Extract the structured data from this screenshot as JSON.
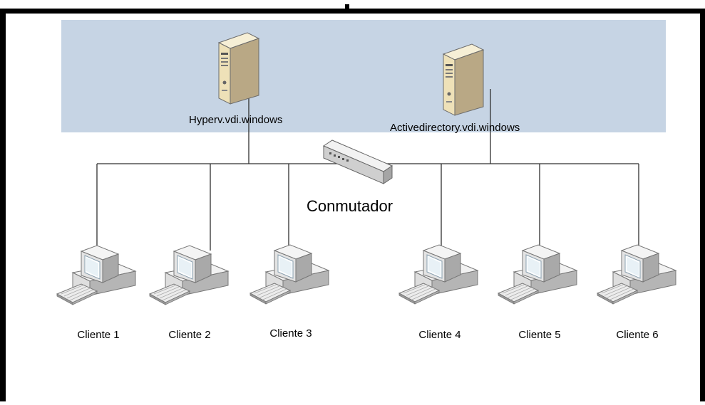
{
  "colors": {
    "server_zone": "#c6d4e4",
    "frame": "#000000",
    "network_line": "#303030",
    "server_body": "#eee1b8",
    "computer_body": "#e6e6e6"
  },
  "servers": [
    {
      "name": "Hyperv.vdi.windows",
      "icon": "server-tower-icon"
    },
    {
      "name": "Activedirectory.vdi.windows",
      "icon": "server-tower-icon"
    }
  ],
  "switch": {
    "label": "Conmutador",
    "icon": "network-switch-icon"
  },
  "clients": [
    {
      "name": "Cliente 1",
      "icon": "desktop-computer-icon"
    },
    {
      "name": "Cliente 2",
      "icon": "desktop-computer-icon"
    },
    {
      "name": "Cliente 3",
      "icon": "desktop-computer-icon"
    },
    {
      "name": "Cliente 4",
      "icon": "desktop-computer-icon"
    },
    {
      "name": "Cliente 5",
      "icon": "desktop-computer-icon"
    },
    {
      "name": "Cliente 6",
      "icon": "desktop-computer-icon"
    }
  ]
}
